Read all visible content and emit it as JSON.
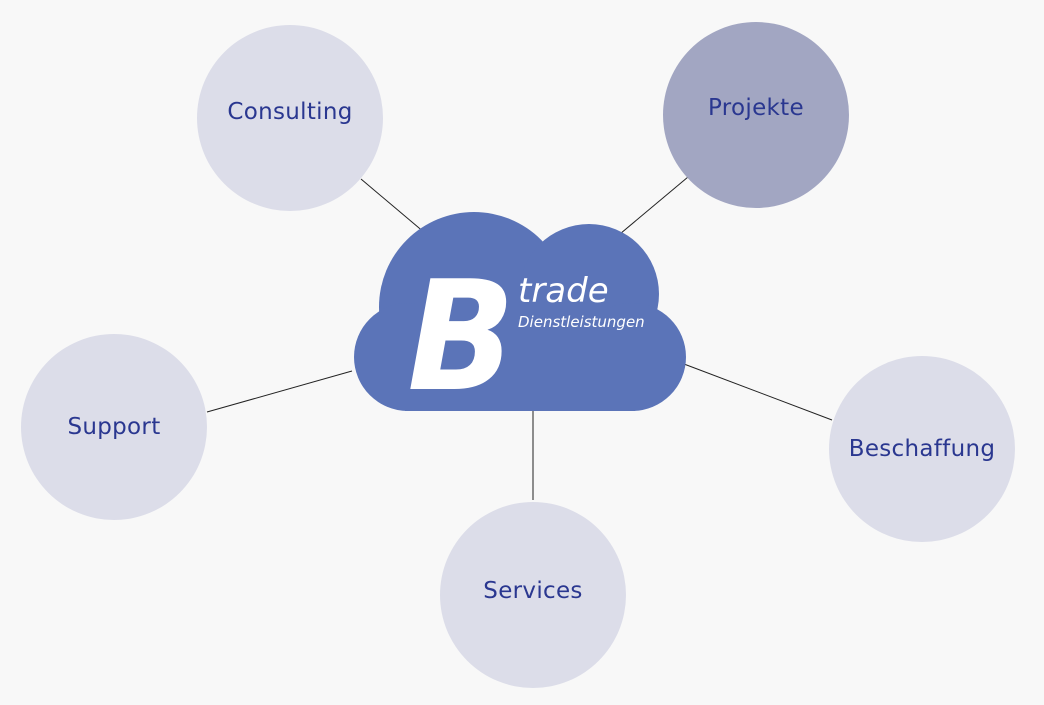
{
  "logo": {
    "letter": "B",
    "word": "trade",
    "subtitle": "Dienstleistungen"
  },
  "nodes": [
    {
      "key": "consulting",
      "label": "Consulting",
      "shade": "light"
    },
    {
      "key": "projekte",
      "label": "Projekte",
      "shade": "dark"
    },
    {
      "key": "support",
      "label": "Support",
      "shade": "light"
    },
    {
      "key": "beschaffung",
      "label": "Beschaffung",
      "shade": "light"
    },
    {
      "key": "services",
      "label": "Services",
      "shade": "light"
    }
  ],
  "colors": {
    "background": "#f8f8f8",
    "cloud": "#5b74b8",
    "node_light": "#dcdde9",
    "node_dark": "#a2a6c2",
    "label": "#2a3790",
    "connector": "#222222"
  }
}
